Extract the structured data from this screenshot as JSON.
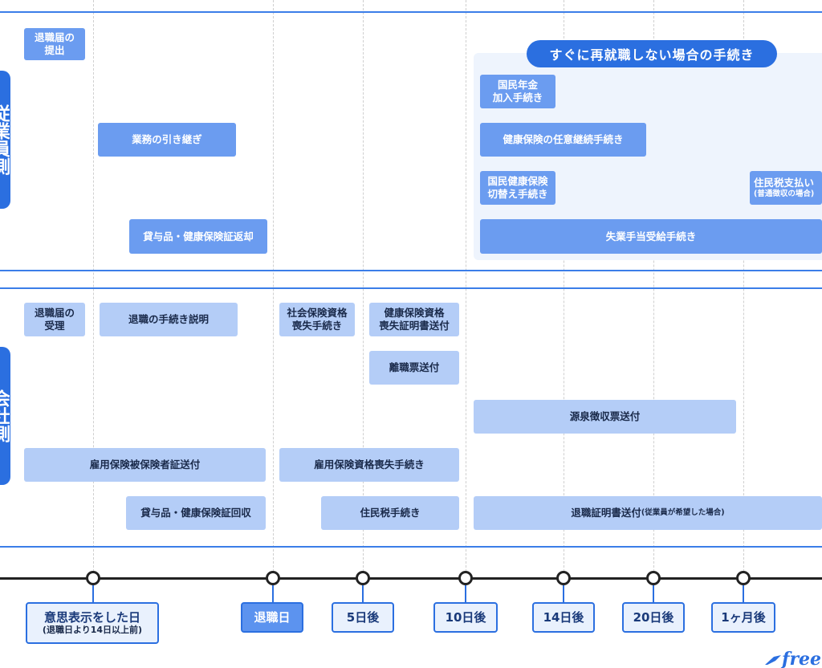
{
  "employee_section": {
    "tab_label": "従業員側",
    "subregion_title": "すぐに再就職しない場合の手続き",
    "tasks": [
      {
        "id": "resignation-submit",
        "lines": [
          "退職届の",
          "提出"
        ]
      },
      {
        "id": "handover",
        "lines": [
          "業務の引き継ぎ"
        ]
      },
      {
        "id": "return-items",
        "lines": [
          "貸与品・健康保険証返却"
        ]
      },
      {
        "id": "national-pension",
        "lines": [
          "国民年金",
          "加入手続き"
        ]
      },
      {
        "id": "voluntary-insurance",
        "lines": [
          "健康保険の任意継続手続き"
        ]
      },
      {
        "id": "national-health",
        "lines": [
          "国民健康保険",
          "切替え手続き"
        ]
      },
      {
        "id": "resident-tax-pay",
        "lines": [
          "住民税支払い"
        ],
        "small": "(普通徴収の場合)"
      },
      {
        "id": "unemployment",
        "lines": [
          "失業手当受給手続き"
        ]
      }
    ]
  },
  "company_section": {
    "tab_label": "会社側",
    "tasks": [
      {
        "id": "resignation-receive",
        "lines": [
          "退職届の",
          "受理"
        ]
      },
      {
        "id": "procedure-explain",
        "lines": [
          "退職の手続き説明"
        ]
      },
      {
        "id": "social-insurance-loss",
        "lines": [
          "社会保険資格",
          "喪失手続き"
        ]
      },
      {
        "id": "health-loss-cert",
        "lines": [
          "健康保険資格",
          "喪失証明書送付"
        ]
      },
      {
        "id": "separation-notice",
        "lines": [
          "離職票送付"
        ]
      },
      {
        "id": "withholding-slip",
        "lines": [
          "源泉徴収票送付"
        ]
      },
      {
        "id": "employment-insurance-cert",
        "lines": [
          "雇用保険被保険者証送付"
        ]
      },
      {
        "id": "employment-insurance-loss",
        "lines": [
          "雇用保険資格喪失手続き"
        ]
      },
      {
        "id": "collect-items",
        "lines": [
          "貸与品・健康保険証回収"
        ]
      },
      {
        "id": "resident-tax",
        "lines": [
          "住民税手続き"
        ]
      },
      {
        "id": "employment-cert",
        "lines": [
          "退職証明書送付"
        ],
        "inline_small": "(従業員が希望した場合)"
      }
    ]
  },
  "timeline": [
    {
      "label": "意思表示をした日",
      "sub": "(退職日より14日以上前)",
      "active": false
    },
    {
      "label": "退職日",
      "active": true
    },
    {
      "label": "5日後",
      "active": false
    },
    {
      "label": "10日後",
      "active": false
    },
    {
      "label": "14日後",
      "active": false
    },
    {
      "label": "20日後",
      "active": false
    },
    {
      "label": "1ヶ月後",
      "active": false
    }
  ],
  "logo_text": "free",
  "colors": {
    "accent": "#2b6fe0",
    "employee_box": "#6b9cf0",
    "company_box": "#b4cdf7",
    "timeline": "#222222"
  }
}
